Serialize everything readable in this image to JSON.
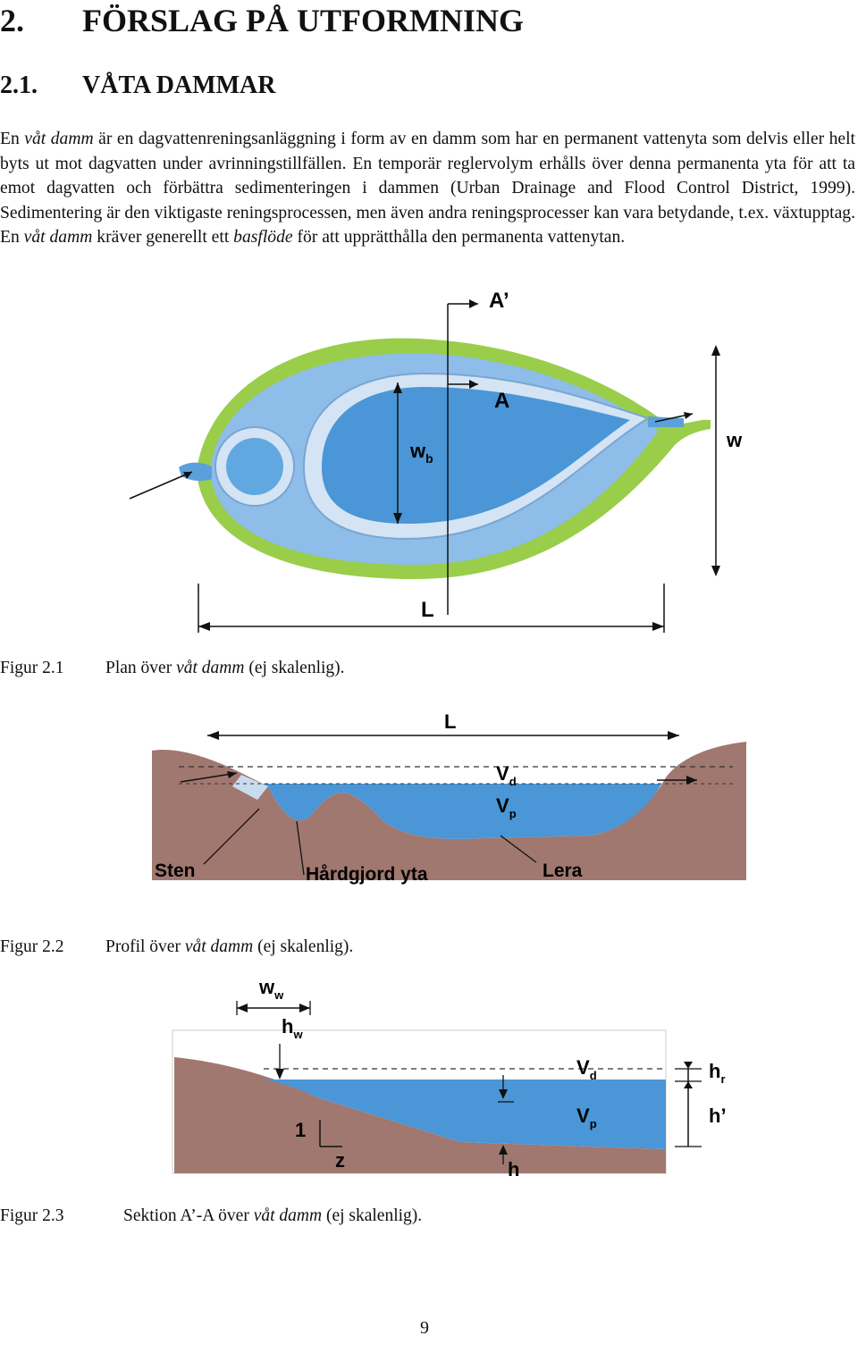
{
  "heading1": {
    "number": "2.",
    "title": "FÖRSLAG PÅ UTFORMNING"
  },
  "heading2": {
    "number": "2.1.",
    "title": "VÅTA DAMMAR"
  },
  "paragraph": [
    {
      "t": "En "
    },
    {
      "t": "våt damm",
      "i": true
    },
    {
      "t": " är en dagvattenreningsanläggning i form av en damm som har en permanent vattenyta som delvis eller helt byts ut mot dagvatten under avrinningstillfällen. En temporär reglervolym erhålls över denna permanenta yta för att ta emot dagvatten och förbättra sedimenteringen i dammen (Urban Drainage and Flood Control District, 1999). Sedimentering är den viktigaste reningsprocessen, men även andra reningsprocesser kan vara betydande, t.ex. växtupptag. En "
    },
    {
      "t": "våt damm",
      "i": true
    },
    {
      "t": " kräver generellt ett "
    },
    {
      "t": "basflöde",
      "i": true
    },
    {
      "t": " för att upprätthålla den permanenta vattenytan."
    }
  ],
  "figure1": {
    "labels": {
      "a_prime": "A’",
      "a": "A",
      "wb_main": "w",
      "wb_sub": "b",
      "w": "w",
      "l": "L"
    },
    "caption": {
      "label": "Figur 2.1",
      "parts": [
        {
          "t": "Plan över "
        },
        {
          "t": "våt damm",
          "i": true
        },
        {
          "t": " (ej skalenlig)."
        }
      ]
    }
  },
  "figure2": {
    "labels": {
      "l": "L",
      "vd_main": "V",
      "vd_sub": "d",
      "vp_main": "V",
      "vp_sub": "p",
      "sten": "Sten",
      "hardgjord": "Hårdgjord yta",
      "lera": "Lera"
    },
    "caption": {
      "label": "Figur 2.2",
      "parts": [
        {
          "t": "Profil över "
        },
        {
          "t": "våt damm",
          "i": true
        },
        {
          "t": " (ej skalenlig)."
        }
      ]
    }
  },
  "figure3": {
    "labels": {
      "ww_main": "w",
      "ww_sub": "w",
      "hw_main": "h",
      "hw_sub": "w",
      "vd_main": "V",
      "vd_sub": "d",
      "vp_main": "V",
      "vp_sub": "p",
      "hr_main": "h",
      "hr_sub": "r",
      "hprime": "h’",
      "one": "1",
      "z": "z",
      "h": "h"
    },
    "caption": {
      "label": "Figur 2.3",
      "parts": [
        {
          "t": "Sektion A’-A över "
        },
        {
          "t": "våt damm",
          "i": true
        },
        {
          "t": " (ej skalenlig)."
        }
      ]
    }
  },
  "page_number": "9",
  "colors": {
    "water": "#4a96d6",
    "water_light": "#8fc0ea",
    "soil": "#a07870",
    "grass": "#9acd4a",
    "stone": "#c9dcef"
  }
}
